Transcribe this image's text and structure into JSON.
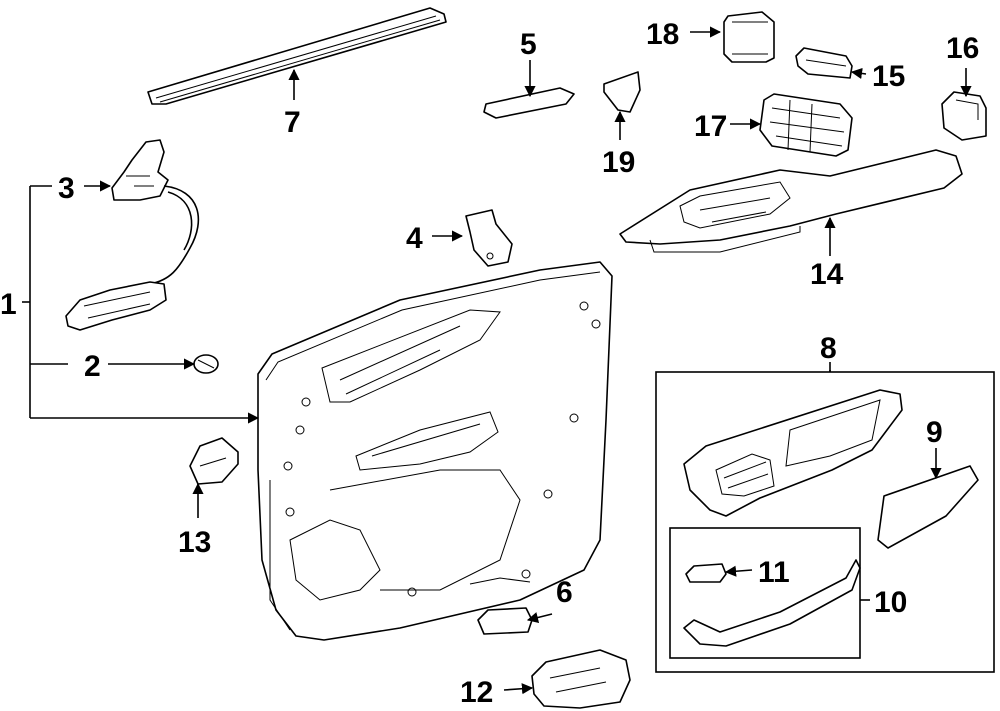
{
  "callouts": {
    "c1": "1",
    "c2": "2",
    "c3": "3",
    "c4": "4",
    "c5": "5",
    "c6": "6",
    "c7": "7",
    "c8": "8",
    "c9": "9",
    "c10": "10",
    "c11": "11",
    "c12": "12",
    "c13": "13",
    "c14": "14",
    "c15": "15",
    "c16": "16",
    "c17": "17",
    "c18": "18",
    "c19": "19"
  },
  "icons": {
    "arrow": "arrowhead"
  },
  "colors": {
    "ink": "#000000",
    "background": "#ffffff"
  }
}
